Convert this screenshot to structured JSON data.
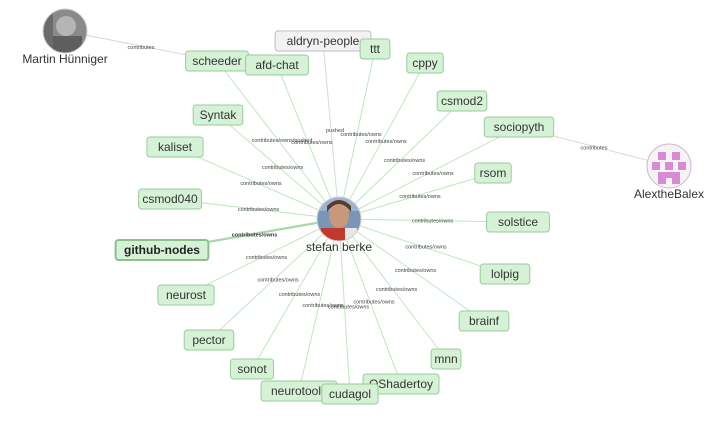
{
  "center": {
    "name": "stefan berke"
  },
  "people": [
    {
      "id": "martin",
      "name": "Martin Hünniger"
    },
    {
      "id": "alex",
      "name": "AlextheBalex"
    }
  ],
  "repos": [
    {
      "id": "aldryn-people",
      "label": "aldryn-people",
      "edge": "pushed",
      "grey": true
    },
    {
      "id": "ttt",
      "label": "ttt",
      "edge": "contributes/owns"
    },
    {
      "id": "scheeder",
      "label": "scheeder",
      "edge": "contributes/owns/pushed"
    },
    {
      "id": "afd-chat",
      "label": "afd-chat",
      "edge": "contributes/owns"
    },
    {
      "id": "cppy",
      "label": "cppy",
      "edge": "contributes/owns"
    },
    {
      "id": "csmod2",
      "label": "csmod2",
      "edge": "contributes/owns"
    },
    {
      "id": "syntak",
      "label": "Syntak",
      "edge": "contributes/owns"
    },
    {
      "id": "sociopyth",
      "label": "sociopyth",
      "edge": "contributes/owns"
    },
    {
      "id": "kaliset",
      "label": "kaliset",
      "edge": "contributes/owns"
    },
    {
      "id": "rsom",
      "label": "rsom",
      "edge": "contributes/owns"
    },
    {
      "id": "csmod040",
      "label": "csmod040",
      "edge": "contributes/owns"
    },
    {
      "id": "solstice",
      "label": "solstice",
      "edge": "contributes/owns"
    },
    {
      "id": "github-nodes",
      "label": "github-nodes",
      "edge": "contributes/owns",
      "highlight": true
    },
    {
      "id": "lolpig",
      "label": "lolpig",
      "edge": "contributes/owns"
    },
    {
      "id": "neurost",
      "label": "neurost",
      "edge": "contributes/owns"
    },
    {
      "id": "brainf",
      "label": "brainf",
      "edge": "contributes/owns"
    },
    {
      "id": "pector",
      "label": "pector",
      "edge": "contributes/owns"
    },
    {
      "id": "mnn",
      "label": "mnn",
      "edge": "contributes/owns"
    },
    {
      "id": "sonot",
      "label": "sonot",
      "edge": "contributes/owns"
    },
    {
      "id": "oshadertoy",
      "label": "OShadertoy",
      "edge": "contributes/owns"
    },
    {
      "id": "neurotools",
      "label": "neurotools",
      "edge": "contributes/owns"
    },
    {
      "id": "cudagol",
      "label": "cudagol",
      "edge": "contributes/owns"
    }
  ],
  "links": [
    {
      "from": "martin",
      "to": "scheeder",
      "label": "contributes"
    },
    {
      "from": "alex",
      "to": "sociopyth",
      "label": "contributes"
    }
  ],
  "colors": {
    "node_fill": "#d6f2d6",
    "node_border": "#98cc98",
    "edge": "#bfe7bf",
    "grey_node": "#f2f2f2",
    "avatar_pink": "#d98ad6"
  }
}
